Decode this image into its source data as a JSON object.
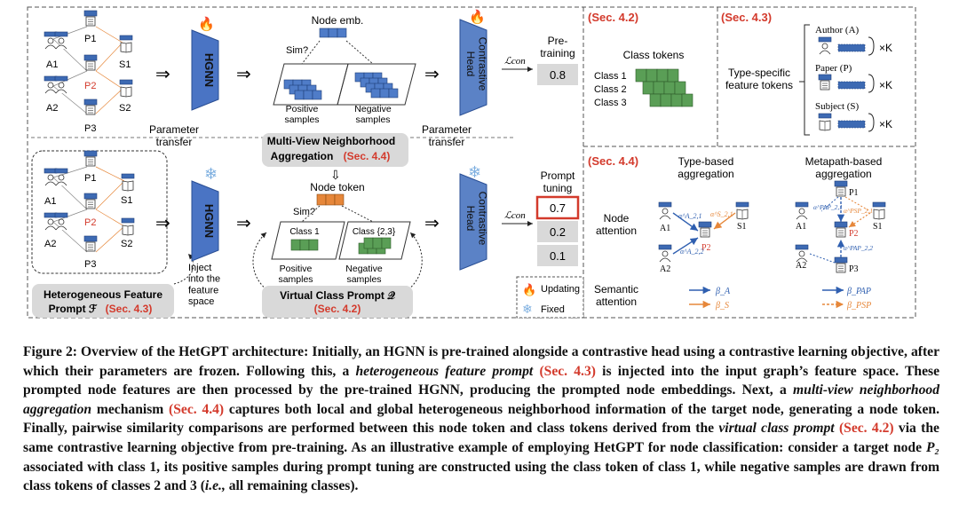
{
  "figure": {
    "pretrain": {
      "nodes": [
        "P1",
        "A1",
        "S1",
        "P2",
        "A2",
        "S2",
        "P3"
      ],
      "hgnn_label": "HGNN",
      "node_emb_label": "Node emb.",
      "sim_label": "Sim?",
      "positive_label": "Positive\nsamples",
      "negative_label": "Negative\nsamples",
      "head_label": "Contrastive\nHead",
      "lcon_label": "ℒcon",
      "pretraining_label": "Pre-\ntraining",
      "pretraining_score": "0.8",
      "param_transfer_left": "Parameter\ntransfer",
      "param_transfer_right": "Parameter\ntransfer",
      "mvna_title": "Multi-View Neighborhood",
      "mvna_title2": "Aggregation",
      "mvna_ref": "(Sec. 4.4)"
    },
    "prompt": {
      "hgnn_label": "HGNN",
      "node_token_label": "Node token",
      "sim_label": "Sim?",
      "class1_label": "Class 1",
      "class23_label": "Class {2,3}",
      "positive_label": "Positive\nsamples",
      "negative_label": "Negative\nsamples",
      "head_label": "Contrastive\nHead",
      "lcon_label": "ℒcon",
      "prompt_tuning_label": "Prompt\ntuning",
      "scores": [
        "0.7",
        "0.2",
        "0.1"
      ],
      "inject_label": "Inject\ninto the\nfeature\nspace",
      "hfp_title": "Heterogeneous Feature",
      "hfp_title2": "Prompt ℱ",
      "hfp_ref": "(Sec. 4.3)",
      "vcp_title": "Virtual Class Prompt 𝒬",
      "vcp_ref": "(Sec. 4.2)"
    },
    "legend": {
      "updating": "Updating",
      "fixed": "Fixed"
    },
    "sec42": {
      "ref": "(Sec. 4.2)",
      "title": "Class tokens",
      "classes": [
        "Class 1",
        "Class 2",
        "Class 3"
      ]
    },
    "sec43": {
      "ref": "(Sec. 4.3)",
      "label": "Type-specific\nfeature tokens",
      "types": [
        "Author (A)",
        "Paper (P)",
        "Subject (S)"
      ],
      "mult": "×K"
    },
    "sec44": {
      "ref": "(Sec. 4.4)",
      "type_based": "Type-based\naggregation",
      "metapath_based": "Metapath-based\naggregation",
      "node_attention": "Node\nattention",
      "semantic_attention": "Semantic\nattention",
      "type_nodes": [
        "A1",
        "S1",
        "P2",
        "A2"
      ],
      "type_alpha": [
        "α^A_2,1",
        "α^S_2,1",
        "α^A_2,2"
      ],
      "meta_nodes": [
        "P1",
        "A1",
        "S1",
        "P2",
        "A2",
        "P3"
      ],
      "meta_alpha": [
        "α^PAP_2,1",
        "α^PSP_2,1",
        "α^PAP_2,2"
      ],
      "beta_type": [
        "β_A",
        "β_S"
      ],
      "beta_meta": [
        "β_PAP",
        "β_PSP"
      ]
    },
    "colors": {
      "hgnn": "#4a74c4",
      "head": "#5b82c6",
      "paper": "#3d6ab3",
      "token": "#5a9e56",
      "red": "#d33a2c",
      "orange": "#e6873a",
      "gray_panel": "#d9d9d9"
    }
  },
  "caption": {
    "prefix": "Figure 2: Overview of the HetGPT architecture: Initially, an HGNN is pre-trained alongside a contrastive head using a contrastive learning objective, after which their parameters are frozen. Following this, a ",
    "term1": "heterogeneous feature prompt",
    "ref1": "(Sec. 4.3)",
    "part2": " is injected into the input graph’s feature space. These prompted node features are then processed by the pre-trained HGNN, producing the prompted node embeddings. Next, a ",
    "term2": "multi-view neighborhood aggregation",
    "part3": " mechanism ",
    "ref2": "(Sec. 4.4)",
    "part4": " captures both local and global heterogeneous neighborhood information of the target node, generating a node token. Finally, pairwise similarity comparisons are performed between this node token and class tokens derived from the ",
    "term3": "virtual class prompt",
    "ref3": "(Sec. 4.2)",
    "part5": " via the same contrastive learning objective from pre-training. As an illustrative example of employing HetGPT for node classification: consider a target node ",
    "node": "P₂",
    "part6": " associated with class 1, its positive samples during prompt tuning are constructed using the class token of class 1, while negative samples are drawn from class tokens of classes 2 and 3 (",
    "ie": "i.e.,",
    "part7": " all remaining classes)."
  }
}
